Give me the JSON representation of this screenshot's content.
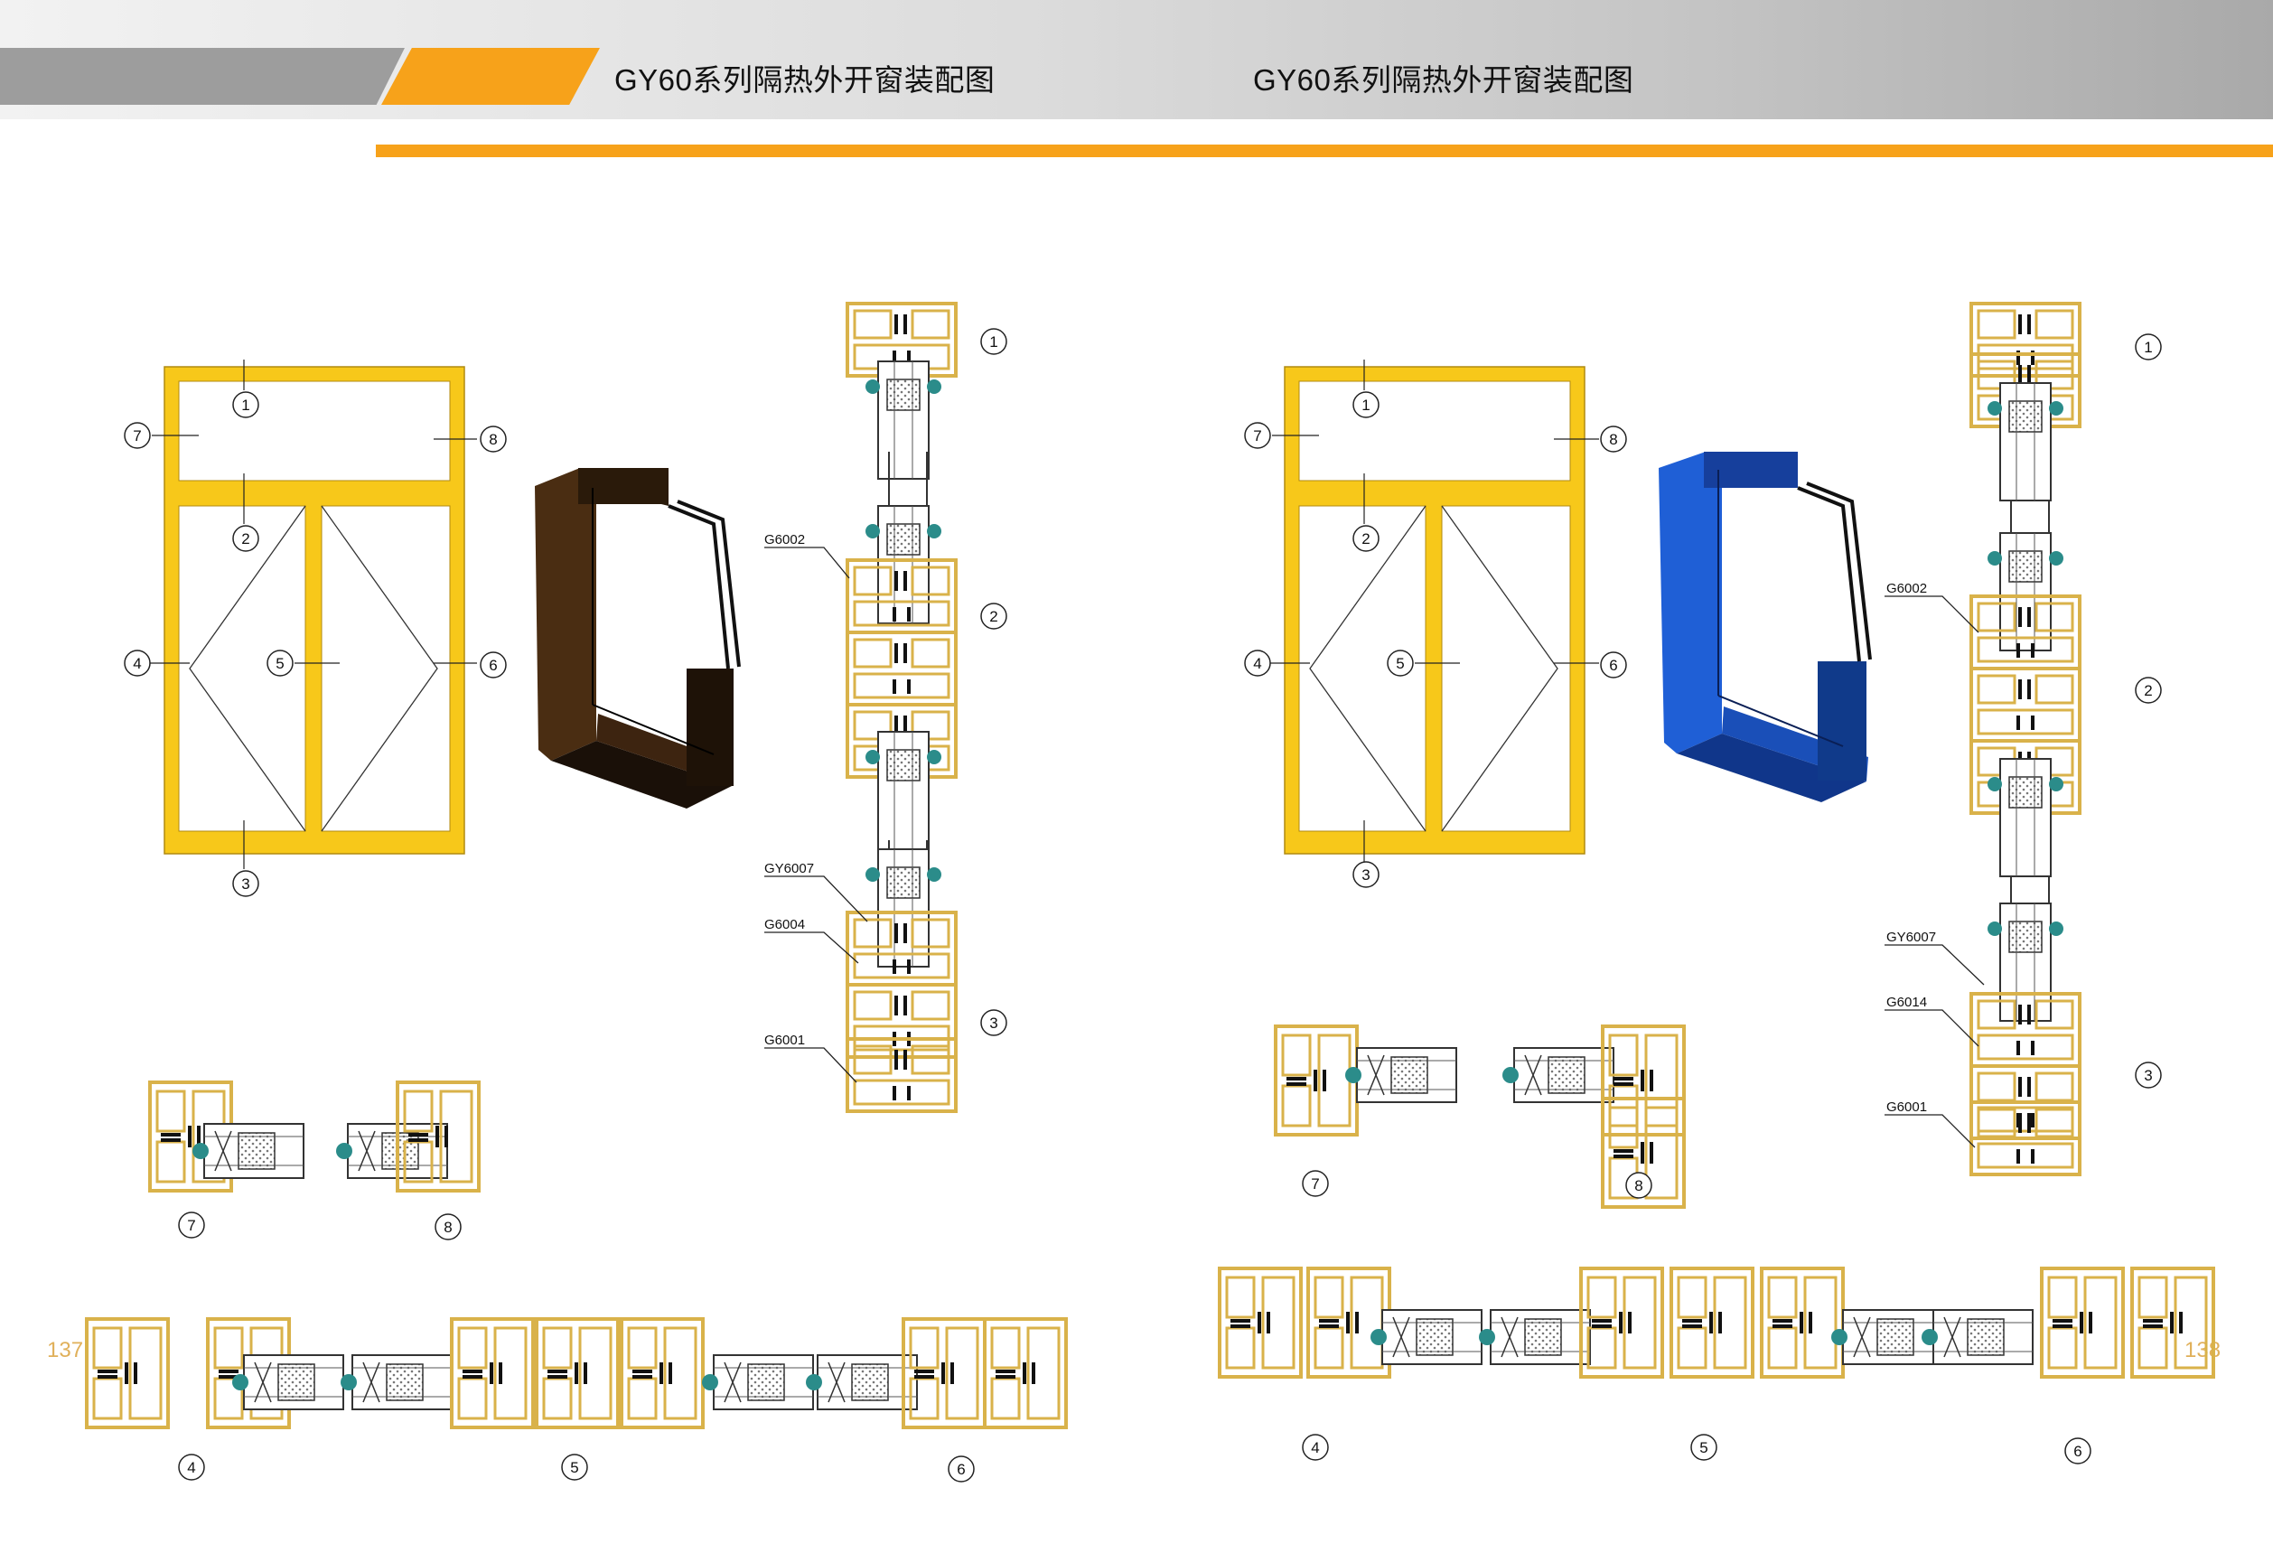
{
  "header": {
    "left_title": "GY60系列隔热外开窗装配图",
    "right_title": "GY60系列隔热外开窗装配图"
  },
  "pages": {
    "left": "137",
    "right": "138"
  },
  "markers": [
    "1",
    "2",
    "3",
    "4",
    "5",
    "6",
    "7",
    "8"
  ],
  "profiles": {
    "left": {
      "p1": "G6002",
      "p2": "GY6007",
      "p3": "G6004",
      "p4": "G6001"
    },
    "right": {
      "p1": "G6002",
      "p2": "GY6007",
      "p3": "G6014",
      "p4": "G6001"
    }
  },
  "colors": {
    "accent_orange": "#f7a21a",
    "frame_yellow": "#f7c81a",
    "profile_gold": "#d9b24a",
    "sample_brown": "#4a2d12",
    "sample_blue": "#1f5fd6",
    "page_number": "#e0b05a"
  }
}
